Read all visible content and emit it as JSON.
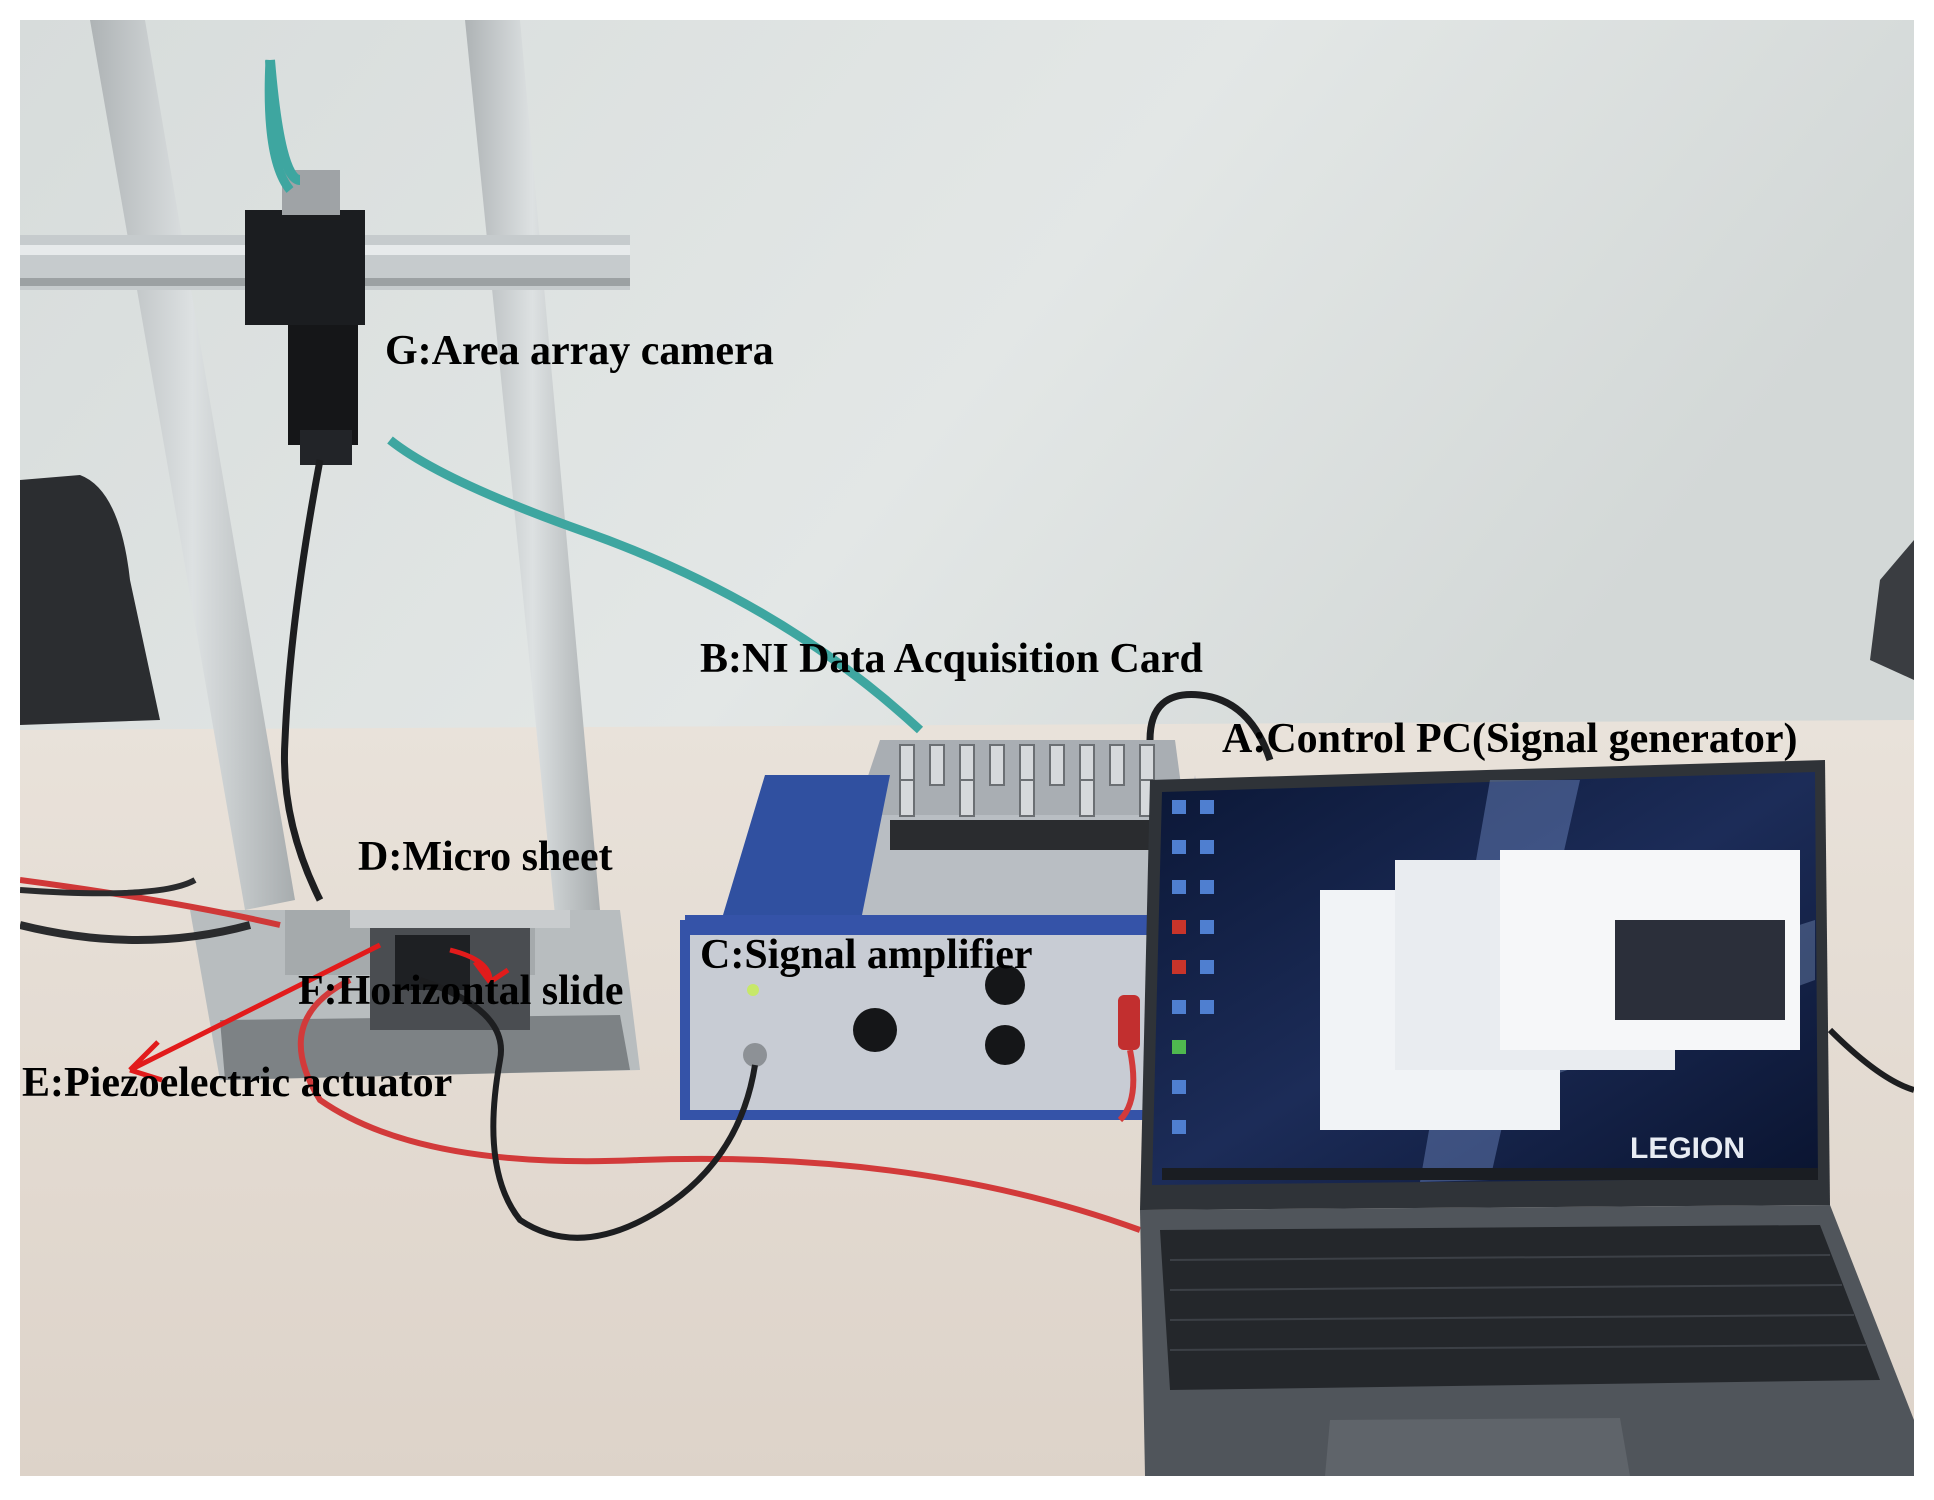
{
  "labels": {
    "g": "G:Area array camera",
    "b": "B:NI Data Acquisition Card",
    "a": "A:Control PC(Signal generator)",
    "d": "D:Micro sheet",
    "c": "C:Signal amplifier",
    "f": "F:Horizontal slide",
    "e": "E:Piezoelectric actuator"
  },
  "laptop_brand": "LEGION",
  "colors": {
    "wall": "#dfe4e3",
    "desk": "#e4dbd2",
    "frame": "#c9cecf",
    "amplifier_blue": "#3553a8",
    "daq_silver": "#b9bec3",
    "cable_teal": "#3ea6a0",
    "cable_red": "#d23a3a",
    "arrow_red": "#e21b1b",
    "laptop_dark": "#2f3338"
  }
}
